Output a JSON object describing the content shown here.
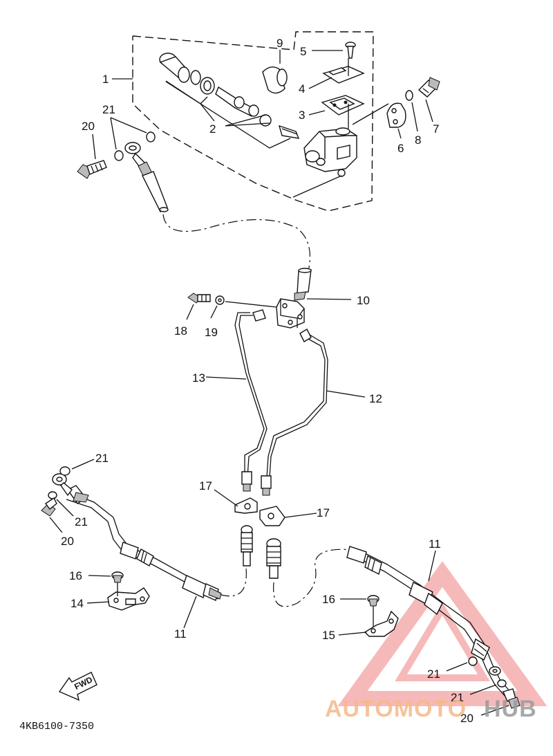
{
  "diagram": {
    "part_code": "4KB6100-7350",
    "fwd_label": "FWD",
    "watermark": {
      "part1": "AUTOMOTO",
      "part2": "HUB",
      "color1": "#f5b98a",
      "color2": "#9a9a9a",
      "triangle_color": "#f08080"
    },
    "callouts": {
      "c1": "1",
      "c2": "2",
      "c3": "3",
      "c4": "4",
      "c5": "5",
      "c6": "6",
      "c7": "7",
      "c8": "8",
      "c9": "9",
      "c10": "10",
      "c11a": "11",
      "c11b": "11",
      "c12": "12",
      "c13": "13",
      "c14": "14",
      "c15": "15",
      "c16a": "16",
      "c16b": "16",
      "c17a": "17",
      "c17b": "17",
      "c18": "18",
      "c19": "19",
      "c20a": "20",
      "c20b": "20",
      "c20c": "20",
      "c21a": "21",
      "c21b": "21",
      "c21c": "21",
      "c21d": "21",
      "c21e": "21"
    }
  }
}
